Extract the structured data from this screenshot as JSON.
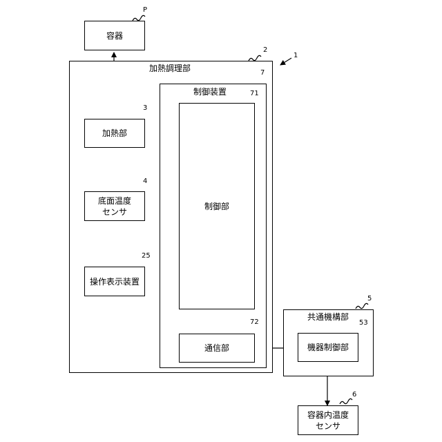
{
  "container": {
    "label": "容器",
    "ref": "P"
  },
  "system": {
    "ref": "1"
  },
  "cooker": {
    "label": "加熱調理部",
    "ref": "2"
  },
  "heater": {
    "label": "加熱部",
    "ref": "3"
  },
  "bottom_sensor": {
    "line1": "底面温度",
    "line2": "センサ",
    "ref": "4"
  },
  "operation_display": {
    "label": "操作表示装置",
    "ref": "25"
  },
  "control_device": {
    "label": "制御装置",
    "ref": "7"
  },
  "controller": {
    "label": "制御部",
    "ref": "71"
  },
  "communication": {
    "label": "通信部",
    "ref": "72"
  },
  "shared_unit": {
    "label": "共通機構部",
    "ref": "5"
  },
  "device_controller": {
    "label": "機器制御部",
    "ref": "53"
  },
  "inner_sensor": {
    "line1": "容器内温度",
    "line2": "センサ",
    "ref": "6"
  }
}
